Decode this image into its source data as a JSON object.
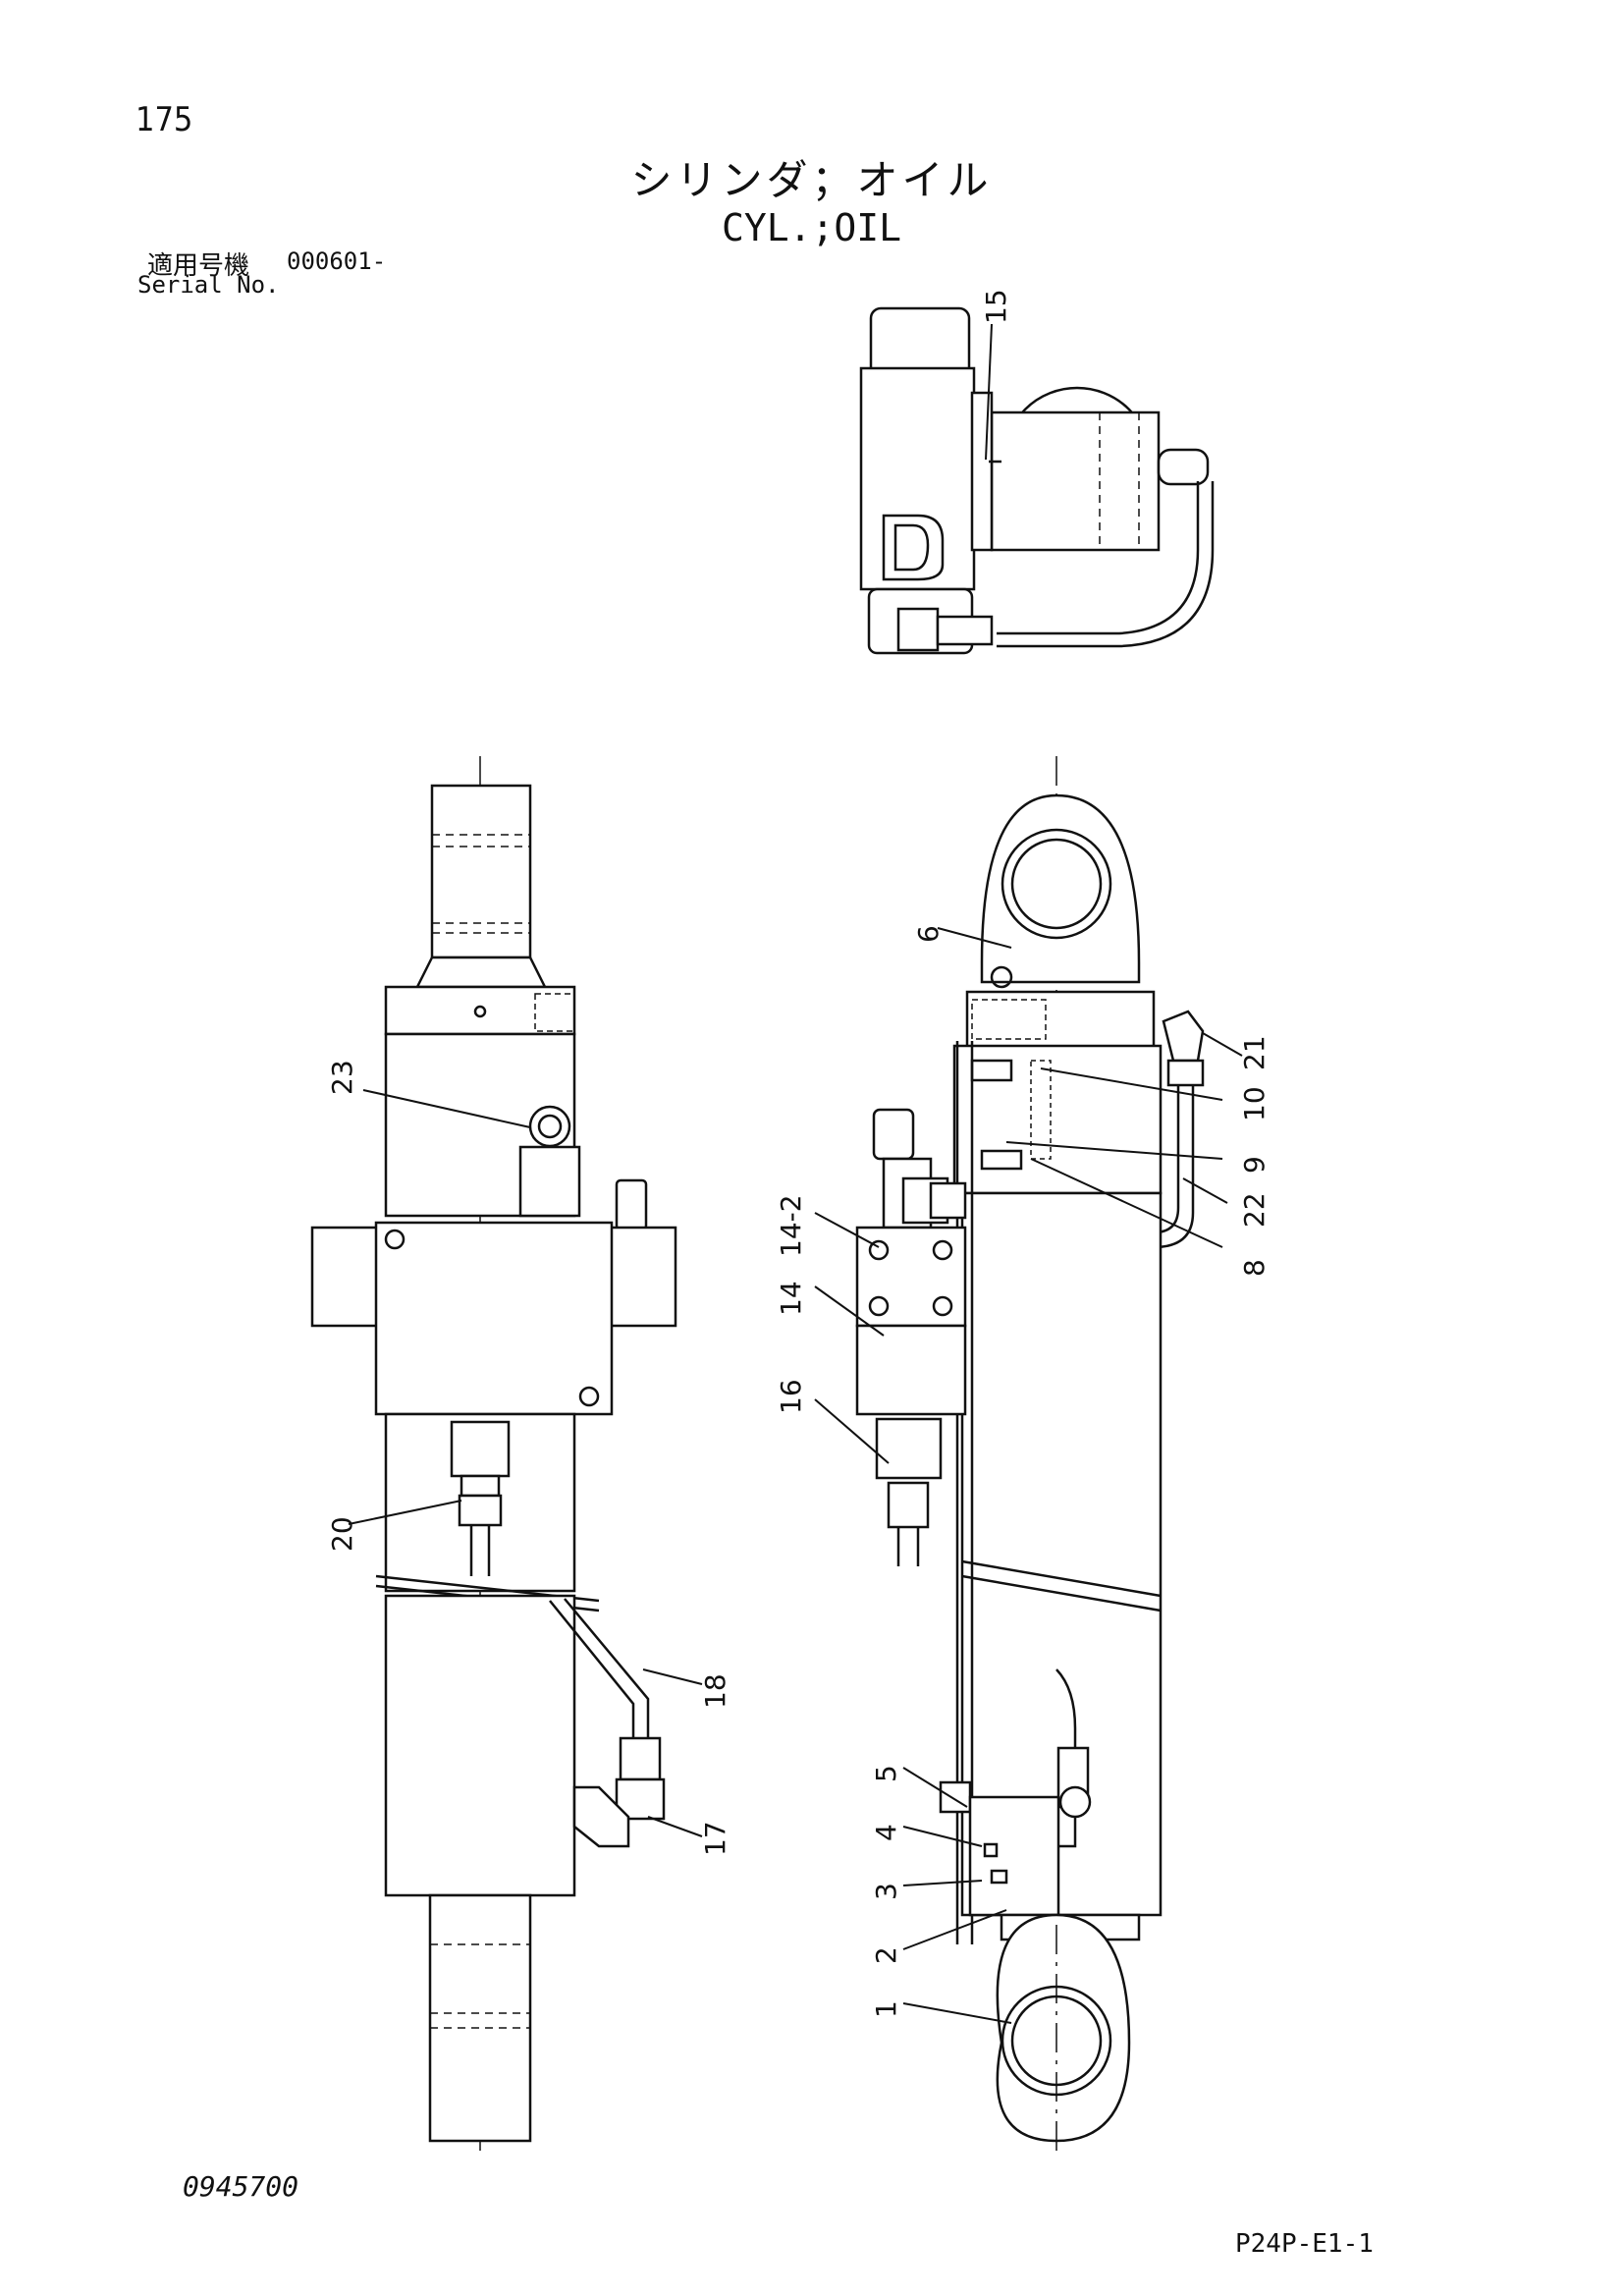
{
  "header": {
    "page_number": "175",
    "title_jp": "シリンダ；オイル",
    "title_en": "CYL.;OIL",
    "serial_label_jp": "適用号機",
    "serial_value": "000601-",
    "serial_label_en": "Serial No."
  },
  "footer": {
    "document_number": "0945700",
    "figure_code": "P24P-E1-1"
  },
  "callouts": {
    "c1": "1",
    "c2": "2",
    "c3": "3",
    "c4": "4",
    "c5": "5",
    "c6": "6",
    "c8": "8",
    "c9": "9",
    "c10": "10",
    "c14": "14",
    "c14_2": "14-2",
    "c15": "15",
    "c16": "16",
    "c17": "17",
    "c18": "18",
    "c20": "20",
    "c21": "21",
    "c22": "22",
    "c23": "23"
  }
}
